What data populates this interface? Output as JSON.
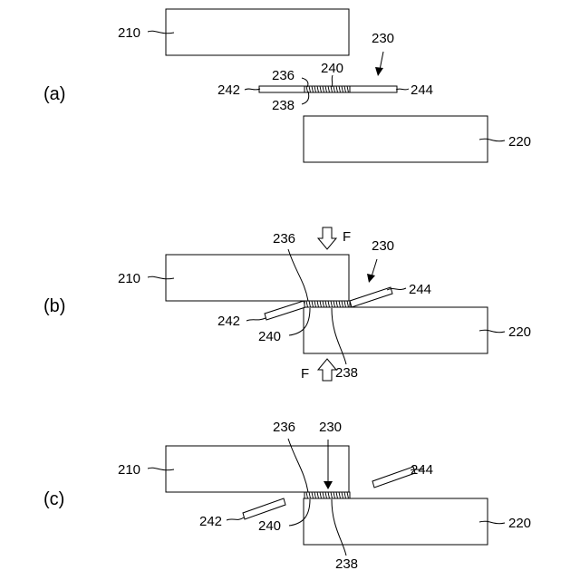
{
  "panels": {
    "a": {
      "label": "(a)",
      "ref_210": "210",
      "ref_220": "220",
      "ref_230": "230",
      "ref_236": "236",
      "ref_238": "238",
      "ref_240": "240",
      "ref_242": "242",
      "ref_244": "244"
    },
    "b": {
      "label": "(b)",
      "ref_210": "210",
      "ref_220": "220",
      "ref_230": "230",
      "ref_236": "236",
      "ref_238": "238",
      "ref_240": "240",
      "ref_242": "242",
      "ref_244": "244",
      "force_top": "F",
      "force_bottom": "F"
    },
    "c": {
      "label": "(c)",
      "ref_210": "210",
      "ref_220": "220",
      "ref_230": "230",
      "ref_236": "236",
      "ref_238": "238",
      "ref_240": "240",
      "ref_242": "242",
      "ref_244": "244"
    }
  }
}
